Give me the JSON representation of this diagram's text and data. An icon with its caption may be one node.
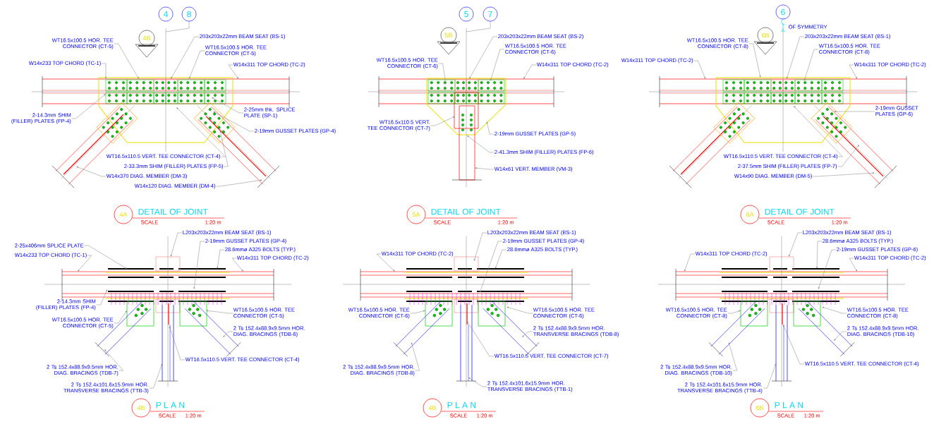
{
  "diagram": {
    "nodes": [
      {
        "text": [
          "4"
        ]
      },
      {
        "text": [
          "8"
        ]
      },
      {
        "text": [
          "4B"
        ]
      },
      {
        "text": [
          "WT16.5x100.5 HOR. TEE CONNECTOR (CT-5)"
        ]
      },
      {
        "text": [
          "W14x233 TOP CHORD (TC-1)"
        ]
      },
      {
        "text": [
          "203x203x22mm BEAM SEAT (BS-1)"
        ]
      },
      {
        "text": [
          "WT16.5x100.5 HOR. TEE CONNECTOR (CT-5)"
        ]
      },
      {
        "text": [
          "W14x311 TOP CHORD (TC-2)"
        ]
      },
      {
        "text": [
          "2-14.3mm SHIM (FILLER) PLATES (FP-4)"
        ]
      },
      {
        "text": [
          "2-25mm thk. SPLICE PLATE (SP-1)"
        ]
      },
      {
        "text": [
          "2-19mm GUSSET PLATES (GP-4)"
        ]
      },
      {
        "text": [
          "WT16.5x110.5 VERT. TEE CONNECTOR (CT-4)"
        ]
      },
      {
        "text": [
          "2-33.3mm SHIM (FILLER) PLATES (FP-5)"
        ]
      },
      {
        "text": [
          "W14x370 DIAG. MEMBER (DM-3)"
        ]
      },
      {
        "text": [
          "W14x120 DIAG. MEMBER (DM-4)"
        ]
      },
      {
        "text": [
          "4A"
        ],
        "beside": [
          "DETAIL OF JOINT",
          "SCALE",
          "1:20 m"
        ]
      },
      {
        "text": [
          "5"
        ]
      },
      {
        "text": [
          "7"
        ]
      },
      {
        "text": [
          "5B"
        ]
      },
      {
        "text": [
          "203x203x22mm BEAM SEAT (BS-2)"
        ]
      },
      {
        "text": [
          "WT16.5x100.5 HOR. TEE CONNECTOR (CT-6)"
        ]
      },
      {
        "text": [
          "W14x311 TOP CHORD (TC-2)"
        ]
      },
      {
        "text": [
          "WT16.5x100.5 HOR. TEE CONNECTOR (CT-6)"
        ]
      },
      {
        "text": [
          "WT16.5x110.5 VERT. TEE CONNECTOR (CT-7)"
        ]
      },
      {
        "text": [
          "2-19mm GUSSET PLATES (GP-5)"
        ]
      },
      {
        "text": [
          "2-41.3mm SHIM (FILLER) PLATES (FP-6)"
        ]
      },
      {
        "text": [
          "W14x61 VERT. MEMBER (VM-3)"
        ]
      },
      {
        "text": [
          "5A"
        ],
        "beside": [
          "DETAIL OF JOINT",
          "SCALE",
          "1:20 m"
        ]
      },
      {
        "text": [
          "6"
        ]
      },
      {
        "text": [
          "6B"
        ]
      },
      {
        "text": [
          "WT16.5x100.5 HOR. TEE CONNECTOR (CT-8)"
        ]
      },
      {
        "text": [
          "W14x311 TOP CHORD (TC-2)"
        ]
      },
      {
        "text": [
          "203x203x22mm BEAM SEAT (BS-1)"
        ]
      },
      {
        "text": [
          "WT16.5x100.5 HOR. TEE CONNECTOR (CT-8)"
        ]
      },
      {
        "text": [
          "W14x311 TOP CHORD (TC-2)"
        ]
      },
      {
        "text": [
          "2-19mm GUSSET PLATES (GP-6)"
        ]
      },
      {
        "text": [
          "WT16.5x110.5 VERT. TEE CONNECTOR (CT-4)"
        ]
      },
      {
        "text": [
          "2-37.5mm SHIM (FILLER) PLATES (FP-7)"
        ]
      },
      {
        "text": [
          "W14x90 DIAG. MEMBER (DM-5)"
        ]
      },
      {
        "text": [
          "6A"
        ],
        "beside": [
          "DETAIL OF JOINT",
          "SCALE",
          "1:20 m"
        ]
      },
      {
        "text": [
          "L203x203x22mm BEAM SEAT (BS-1)"
        ]
      },
      {
        "text": [
          "2-25x406mm SPLICE PLATE"
        ]
      },
      {
        "text": [
          "2-19mm GUSSET PLATES (GP-4)"
        ]
      },
      {
        "text": [
          "W14x233 TOP CHORD (TC-1)"
        ]
      },
      {
        "text": [
          "28.6mmø A325 BOLTS (TYP.)"
        ]
      },
      {
        "text": [
          "W14x311 TOP CHORD (TC-2)"
        ]
      },
      {
        "text": [
          "2-14.3mm SHIM (FILLER) PLATES (FP-4)"
        ]
      },
      {
        "text": [
          "WT16.5x100.5 HOR. TEE CONNECTOR (CT-5)"
        ]
      },
      {
        "text": [
          "WT16.5x100.5 HOR. TEE CONNECTOR (CT-5)"
        ]
      },
      {
        "text": [
          "2 Ts 152.4x88.9x9.5mm HOR. DIAG. BRACINGS (TDB-6)"
        ]
      },
      {
        "text": [
          "2 Ts 152.4x88.9x9.5mm HOR. DIAG. BRACINGS (TDB-7)"
        ]
      },
      {
        "text": [
          "WT16.5x110.5 VERT. TEE CONNECTOR (CT-4)"
        ]
      },
      {
        "text": [
          "2 Ts 152.4x101.6x15.9mm HOR. TRANSVERSE BRACINGS (TTB-3)"
        ]
      },
      {
        "text": [
          "4B"
        ],
        "beside": [
          "P L A N",
          "SCALE",
          "1:20 m"
        ]
      },
      {
        "text": [
          "L203x203x22mm BEAM SEAT (BS-1)"
        ]
      },
      {
        "text": [
          "2-19mm GUSSET PLATES (GP-4)"
        ]
      },
      {
        "text": [
          "W14x311 TOP CHORD (TC-2)"
        ]
      },
      {
        "text": [
          "28.6mmø A325 BOLTS (TYP.)"
        ]
      },
      {
        "text": [
          "WT16.5x100.5 HOR. TEE CONNECTOR (CT-6)"
        ]
      },
      {
        "text": [
          "WT16.5x100.5 HOR. TEE CONNECTOR (CT-6)"
        ]
      },
      {
        "text": [
          "2 Ts 152.4x88.9x9.5mm HOR. TRANSVERSE BRACINGS (TDB-8)"
        ]
      },
      {
        "text": [
          "2 Ts 152.4x88.9x9.5mm HOR. DIAG. BRACINGS (TDB-8)"
        ]
      },
      {
        "text": [
          "WT16.5x110.5 VERT. TEE CONNECTOR (CT-7)"
        ]
      },
      {
        "text": [
          "2 Ts 152.4x101.6x15.9mm HOR. TRANSVERSE BRACINGS (TTB-1)"
        ]
      },
      {
        "text": [
          "4B"
        ],
        "beside": [
          "P L A N",
          "SCALE",
          "1:20 m"
        ]
      },
      {
        "text": [
          "L203x203x22mm BEAM SEAT (BS-1)"
        ]
      },
      {
        "text": [
          "28.6mmø A325 BOLTS (TYP.)"
        ]
      },
      {
        "text": [
          "W14x311 TOP CHORD (TC-2)"
        ]
      },
      {
        "text": [
          "2-19mm GUSSET PLATES (GP-6)"
        ]
      },
      {
        "text": [
          "W14x311 TOP CHORD (TC-2)"
        ]
      },
      {
        "text": [
          "WT16.5x100.5 HOR. TEE CONNECTOR (CT-8)"
        ]
      },
      {
        "text": [
          "WT16.5x100.5 HOR. TEE CONNECTOR (CT-8)"
        ]
      },
      {
        "text": [
          "2 Ts 152.4x88.9x9.5mm HOR. DIAG. BRACINGS (TDB-10)"
        ]
      },
      {
        "text": [
          "2 Ts 152.4x88.9x9.5mm HOR. DIAG. BRACINGS (TDB-10)"
        ]
      },
      {
        "text": [
          "WT16.5x110.5 VERT. TEE CONNECTOR (CT-4)"
        ]
      },
      {
        "text": [
          "2 Ts 152.4x101.6x15.9mm HOR. TRANSVERSE BRACINGS (TTB-4)"
        ]
      },
      {
        "text": [
          "6B"
        ],
        "beside": [
          "P L A N",
          "SCALE",
          "1:20 m"
        ]
      }
    ],
    "edges": [
      {
        "from": 3,
        "to": null,
        "arrow": "to"
      },
      {
        "from": 4,
        "to": null,
        "arrow": "to"
      },
      {
        "from": 5,
        "to": null,
        "arrow": "to"
      },
      {
        "from": 6,
        "to": null,
        "arrow": "to"
      },
      {
        "from": 7,
        "to": null,
        "arrow": "to"
      },
      {
        "from": 8,
        "to": null,
        "arrow": "to"
      },
      {
        "from": 9,
        "to": null,
        "arrow": "to"
      },
      {
        "from": 10,
        "to": null,
        "arrow": "to"
      },
      {
        "from": 11,
        "to": null,
        "arrow": "to"
      },
      {
        "from": 12,
        "to": null,
        "arrow": "to"
      },
      {
        "from": 13,
        "to": null,
        "arrow": "to"
      },
      {
        "from": 14,
        "to": null,
        "arrow": "to"
      },
      {
        "from": 19,
        "to": null,
        "arrow": "to"
      },
      {
        "from": 20,
        "to": null,
        "arrow": "to"
      },
      {
        "from": 21,
        "to": null,
        "arrow": "to"
      },
      {
        "from": 22,
        "to": null,
        "arrow": "to"
      },
      {
        "from": 23,
        "to": null,
        "arrow": "to"
      },
      {
        "from": 24,
        "to": null,
        "arrow": "to"
      },
      {
        "from": 25,
        "to": null,
        "arrow": "to"
      },
      {
        "from": 26,
        "to": null,
        "arrow": "to"
      },
      {
        "from": 30,
        "to": null,
        "arrow": "to"
      },
      {
        "from": 31,
        "to": null,
        "arrow": "to"
      },
      {
        "from": 32,
        "to": null,
        "arrow": "to"
      },
      {
        "from": 33,
        "to": null,
        "arrow": "to"
      },
      {
        "from": 34,
        "to": null,
        "arrow": "to"
      },
      {
        "from": 35,
        "to": null,
        "arrow": "to"
      },
      {
        "from": 36,
        "to": null,
        "arrow": "to"
      },
      {
        "from": 37,
        "to": null,
        "arrow": "to"
      },
      {
        "from": 38,
        "to": null,
        "arrow": "to"
      },
      {
        "from": 40,
        "to": null,
        "arrow": "to"
      },
      {
        "from": 41,
        "to": null,
        "arrow": "to"
      },
      {
        "from": 42,
        "to": null,
        "arrow": "to"
      },
      {
        "from": 43,
        "to": null,
        "arrow": "to"
      },
      {
        "from": 44,
        "to": null,
        "arrow": "to"
      },
      {
        "from": 45,
        "to": null,
        "arrow": "to"
      },
      {
        "from": 46,
        "to": null,
        "arrow": "to"
      },
      {
        "from": 47,
        "to": null,
        "arrow": "to"
      },
      {
        "from": 48,
        "to": null,
        "arrow": "to"
      },
      {
        "from": 49,
        "to": null,
        "arrow": "to"
      },
      {
        "from": 50,
        "to": null,
        "arrow": "to"
      },
      {
        "from": 51,
        "to": null,
        "arrow": "to"
      },
      {
        "from": 52,
        "to": null,
        "arrow": "to"
      },
      {
        "from": 54,
        "to": null,
        "arrow": "to"
      },
      {
        "from": 55,
        "to": null,
        "arrow": "to"
      },
      {
        "from": 56,
        "to": null,
        "arrow": "to"
      },
      {
        "from": 57,
        "to": null,
        "arrow": "to"
      },
      {
        "from": 58,
        "to": null,
        "arrow": "to"
      },
      {
        "from": 59,
        "to": null,
        "arrow": "to"
      },
      {
        "from": 60,
        "to": null,
        "arrow": "to"
      },
      {
        "from": 61,
        "to": null,
        "arrow": "to"
      },
      {
        "from": 62,
        "to": null,
        "arrow": "to"
      },
      {
        "from": 63,
        "to": null,
        "arrow": "to"
      },
      {
        "from": 65,
        "to": null,
        "arrow": "to"
      },
      {
        "from": 66,
        "to": null,
        "arrow": "to"
      },
      {
        "from": 67,
        "to": null,
        "arrow": "to"
      },
      {
        "from": 68,
        "to": null,
        "arrow": "to"
      },
      {
        "from": 69,
        "to": null,
        "arrow": "to"
      },
      {
        "from": 70,
        "to": null,
        "arrow": "to"
      },
      {
        "from": 71,
        "to": null,
        "arrow": "to"
      },
      {
        "from": 72,
        "to": null,
        "arrow": "to"
      },
      {
        "from": 73,
        "to": null,
        "arrow": "to"
      },
      {
        "from": 74,
        "to": null,
        "arrow": "to"
      },
      {
        "from": 75,
        "to": null,
        "arrow": "to"
      }
    ],
    "labels": [
      "OF SYMMETRY"
    ]
  }
}
